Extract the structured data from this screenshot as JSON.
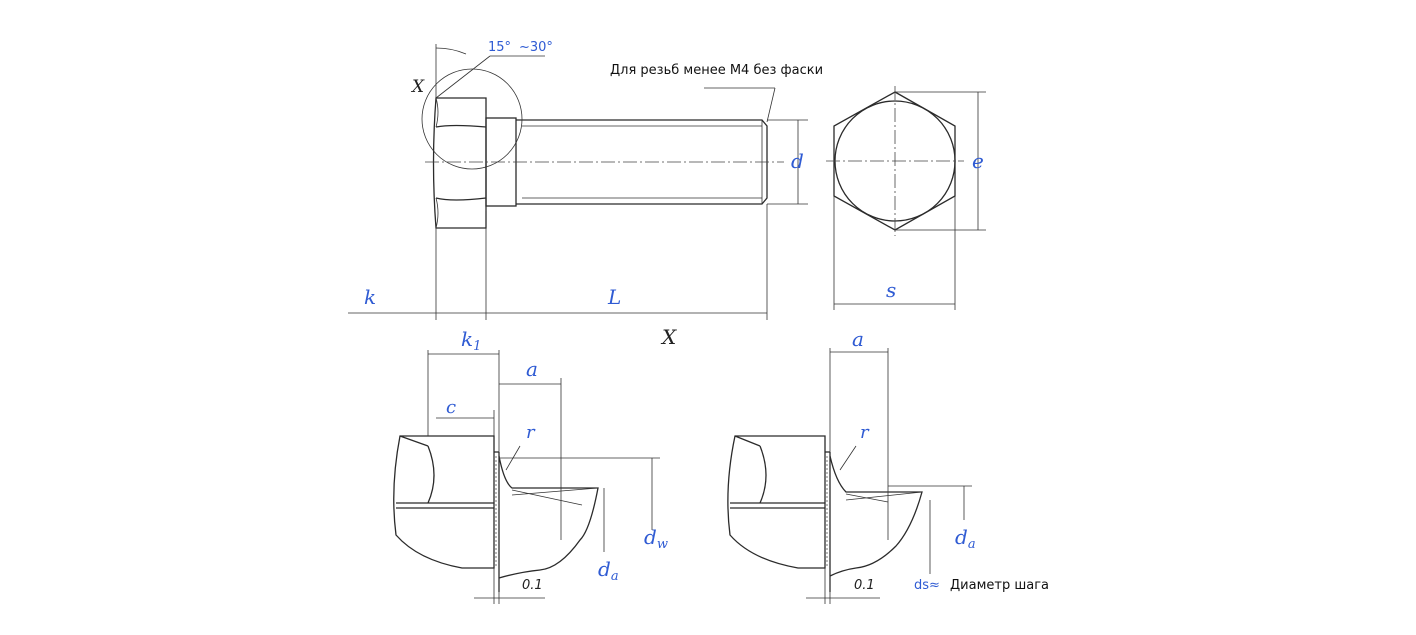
{
  "labels": {
    "angle_15": "15°",
    "angle_30": "~30°",
    "detail_x_top": "X",
    "detail_x_bottom": "X",
    "chamfer_note": "Для резьб менее М4 без фаски",
    "k": "k",
    "k1_main": "k",
    "k1_sub": "1",
    "L": "L",
    "d": "d",
    "e": "e",
    "s": "s",
    "a_left": "a",
    "a_right": "a",
    "c": "c",
    "r_left": "r",
    "r_right": "r",
    "dw_main": "d",
    "dw_sub": "w",
    "da_left_main": "d",
    "da_left_sub": "a",
    "da_right_main": "d",
    "da_right_sub": "a",
    "tol_left": "0.1",
    "tol_right": "0.1",
    "ds_prefix": "ds≈",
    "ds_note": "Диаметр шага"
  },
  "colors": {
    "label_blue": "#2f5bd3",
    "line": "#2b2b2b"
  }
}
